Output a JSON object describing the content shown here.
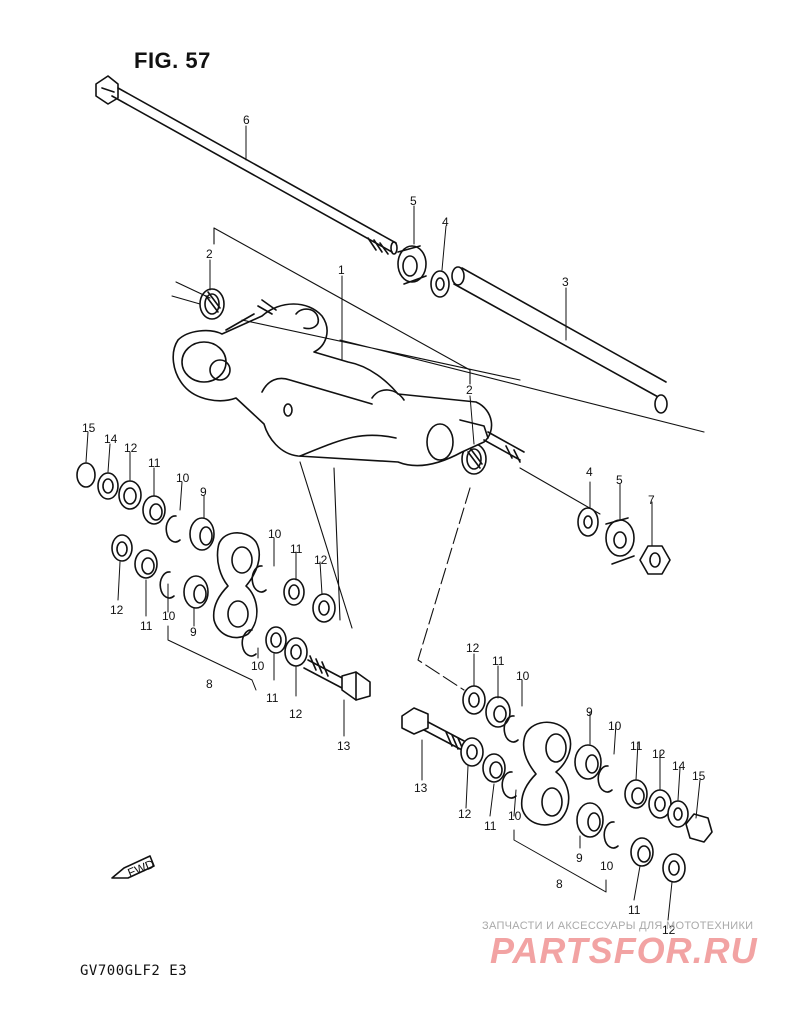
{
  "figure": {
    "title": "FIG. 57",
    "model_code": "GV700GLF2  E3"
  },
  "watermark": {
    "tagline": "ЗАПЧАСТИ И АКСЕССУАРЫ ДЛЯ МОТОТЕХНИКИ",
    "logo": "PARTSFOR.RU"
  },
  "fwd_label": "FWD",
  "callouts": [
    {
      "n": "6"
    },
    {
      "n": "5"
    },
    {
      "n": "4"
    },
    {
      "n": "3"
    },
    {
      "n": "2"
    },
    {
      "n": "1"
    },
    {
      "n": "2"
    },
    {
      "n": "15"
    },
    {
      "n": "14"
    },
    {
      "n": "12"
    },
    {
      "n": "11"
    },
    {
      "n": "10"
    },
    {
      "n": "9"
    },
    {
      "n": "12"
    },
    {
      "n": "11"
    },
    {
      "n": "10"
    },
    {
      "n": "9"
    },
    {
      "n": "10"
    },
    {
      "n": "11"
    },
    {
      "n": "12"
    },
    {
      "n": "8"
    },
    {
      "n": "10"
    },
    {
      "n": "11"
    },
    {
      "n": "12"
    },
    {
      "n": "13"
    },
    {
      "n": "4"
    },
    {
      "n": "5"
    },
    {
      "n": "7"
    },
    {
      "n": "12"
    },
    {
      "n": "11"
    },
    {
      "n": "10"
    },
    {
      "n": "9"
    },
    {
      "n": "10"
    },
    {
      "n": "11"
    },
    {
      "n": "12"
    },
    {
      "n": "14"
    },
    {
      "n": "15"
    },
    {
      "n": "13"
    },
    {
      "n": "12"
    },
    {
      "n": "11"
    },
    {
      "n": "10"
    },
    {
      "n": "9"
    },
    {
      "n": "10"
    },
    {
      "n": "8"
    },
    {
      "n": "11"
    },
    {
      "n": "12"
    }
  ]
}
